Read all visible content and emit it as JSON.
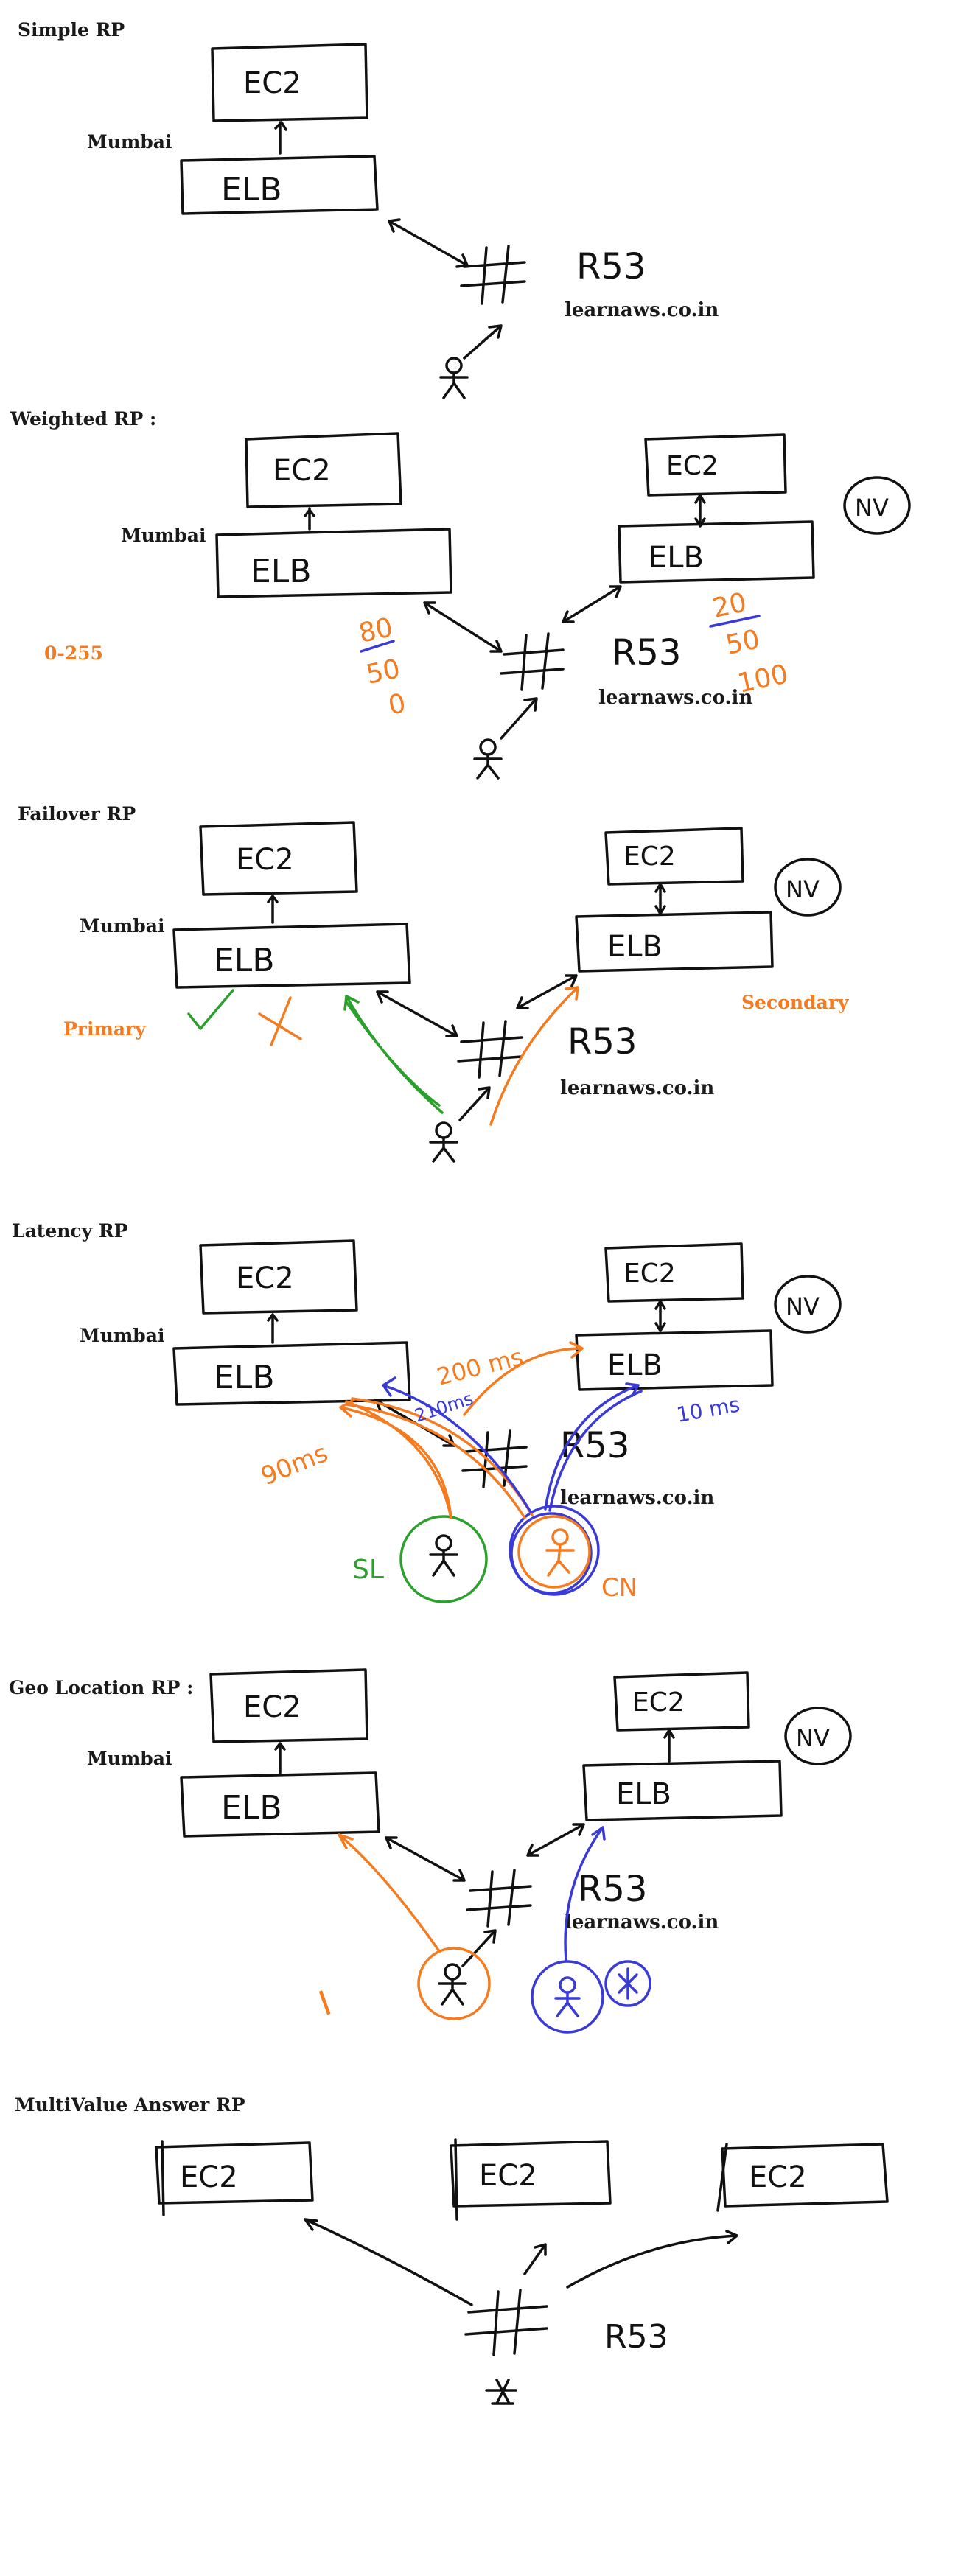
{
  "sections": {
    "simple": {
      "title": "Simple RP",
      "region": "Mumbai",
      "site": "learnaws.co.in",
      "r53": "R53",
      "ec2": "EC2",
      "elb": "ELB"
    },
    "weighted": {
      "title": "Weighted RP :",
      "region": "Mumbai",
      "site": "learnaws.co.in",
      "r53": "R53",
      "range": "0-255",
      "nv": "NV",
      "weights_left": [
        "80",
        "50",
        "0"
      ],
      "weights_right": [
        "20",
        "50",
        "100"
      ]
    },
    "failover": {
      "title": "Failover RP",
      "region": "Mumbai",
      "site": "learnaws.co.in",
      "r53": "R53",
      "nv": "NV",
      "primary": "Primary",
      "secondary": "Secondary"
    },
    "latency": {
      "title": "Latency RP",
      "region": "Mumbai",
      "site": "learnaws.co.in",
      "r53": "R53",
      "nv": "NV",
      "ms_left": "90ms",
      "ms_top": "200 ms",
      "ms_right": "10 ms",
      "ms_blue": "210ms",
      "sl": "SL",
      "cn": "CN"
    },
    "geo": {
      "title": "Geo Location RP :",
      "region": "Mumbai",
      "site": "learnaws.co.in",
      "r53": "R53",
      "nv": "NV",
      "india": "I"
    },
    "multivalue": {
      "title": "MultiValue Answer RP",
      "r53": "R53"
    }
  },
  "colors": {
    "ink": "#111111",
    "orange": "#f47b20",
    "green": "#2ca02c",
    "blue": "#3a3ad6"
  }
}
